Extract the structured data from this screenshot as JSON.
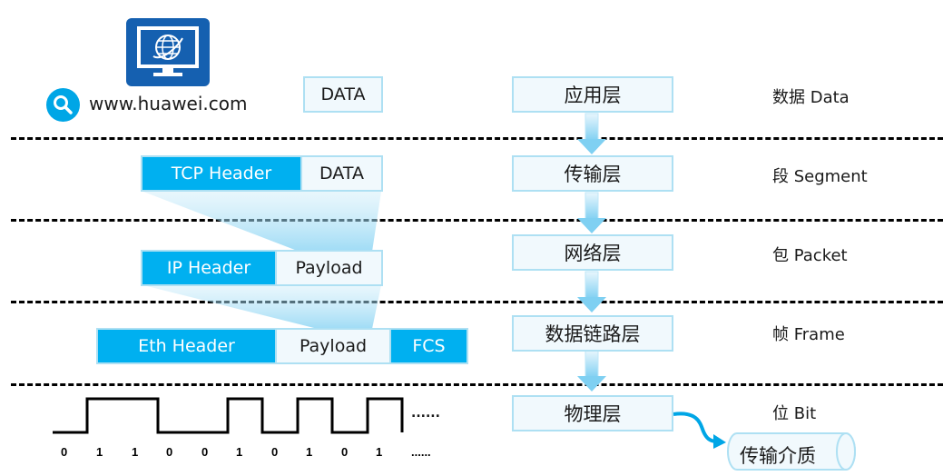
{
  "branding": {
    "website": "www.huawei.com",
    "icons": {
      "computer": "computer-globe-icon",
      "search": "search-icon"
    }
  },
  "application_data": {
    "label": "DATA"
  },
  "segment": {
    "header": "TCP Header",
    "data": "DATA"
  },
  "packet": {
    "header": "IP Header",
    "payload": "Payload"
  },
  "frame": {
    "header": "Eth Header",
    "payload": "Payload",
    "trailer": "FCS"
  },
  "physical": {
    "bits": [
      "0",
      "1",
      "1",
      "0",
      "0",
      "1",
      "0",
      "1",
      "0",
      "1"
    ],
    "signal_ellipsis": "......",
    "bits_ellipsis": "......"
  },
  "layers": [
    {
      "name": "应用层",
      "unit": "数据 Data"
    },
    {
      "name": "传输层",
      "unit": "段 Segment"
    },
    {
      "name": "网络层",
      "unit": "包 Packet"
    },
    {
      "name": "数据链路层",
      "unit": "帧 Frame"
    },
    {
      "name": "物理层",
      "unit": "位 Bit"
    }
  ],
  "medium": {
    "label": "传输介质"
  },
  "colors": {
    "header_blue": "#00b0f0",
    "box_fill": "#f1f9fd",
    "box_border": "#aee0f3",
    "logo_blue": "#1560b0"
  }
}
